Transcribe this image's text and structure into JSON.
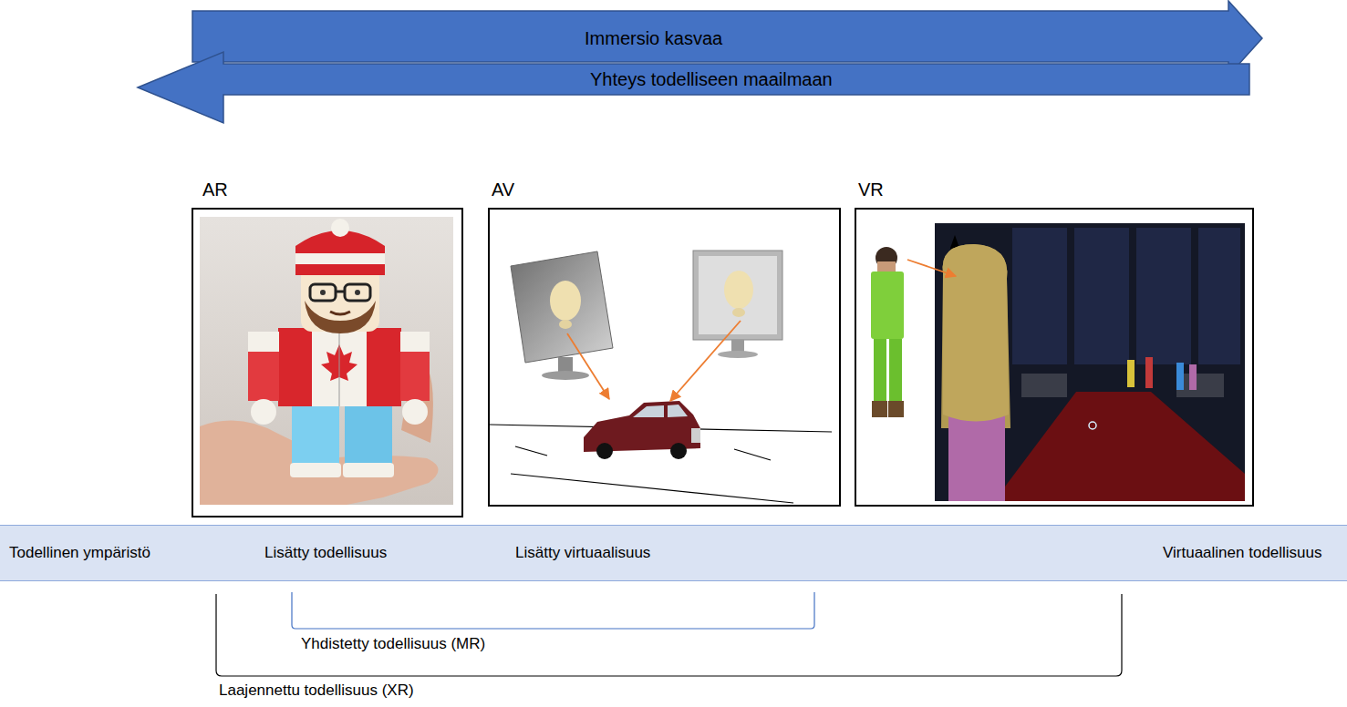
{
  "diagram": {
    "nodes": [
      {
        "text": [
          "Immersio kasvaa"
        ]
      },
      {
        "text": [
          "Yhteys todelliseen maailmaan"
        ]
      },
      {
        "text": [
          "AR"
        ]
      },
      {
        "text": [
          "AV"
        ]
      },
      {
        "text": [
          "VR"
        ]
      },
      {
        "text": [
          "Todellinen ympäristö",
          "Lisätty todellisuus",
          "Lisätty virtuaalisuus",
          "Virtuaalinen todellisuus"
        ]
      }
    ],
    "labels": [
      "Yhdistetty todellisuus (MR)",
      "Laajennettu todellisuus (XR)"
    ]
  }
}
